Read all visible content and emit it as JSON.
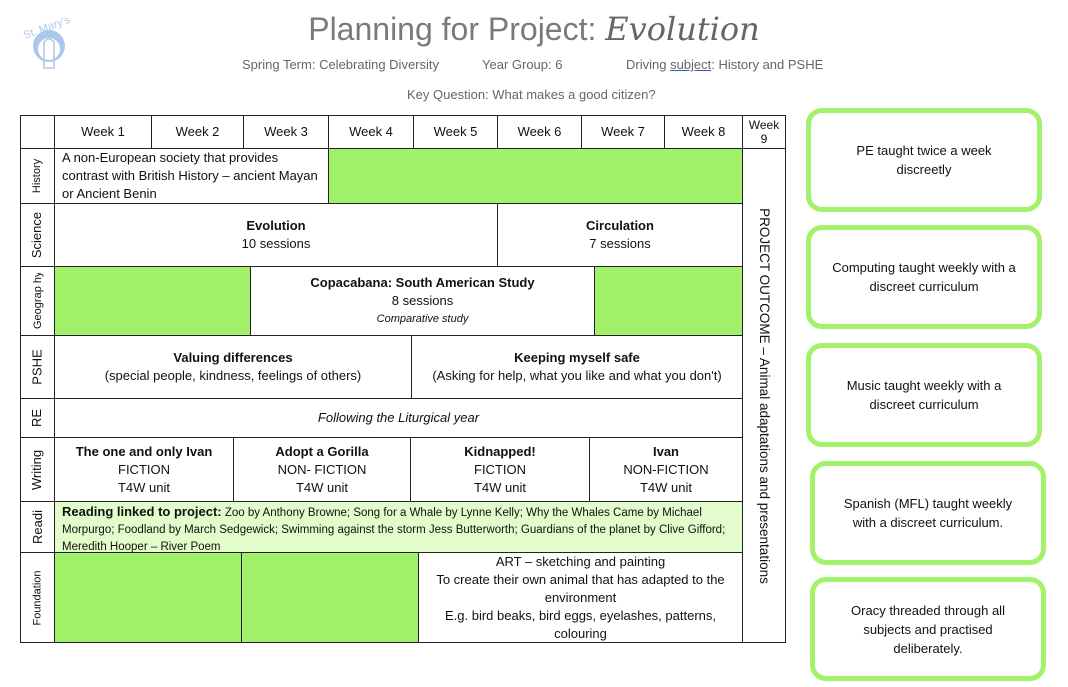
{
  "header": {
    "title": "Planning for Project: ",
    "title_project": "Evolution",
    "term": "Spring Term: Celebrating Diversity",
    "year_group": "Year Group: 6",
    "driving_prefix": "Driving ",
    "driving_link": "subject",
    "driving_rest": ": History and PSHE",
    "key_question": "Key Question: What makes a good citizen?",
    "logo_text": "St. Mary's"
  },
  "weeks": [
    "Week 1",
    "Week 2",
    "Week 3",
    "Week 4",
    "Week 5",
    "Week 6",
    "Week 7",
    "Week 8",
    "Week 9"
  ],
  "rows": {
    "history": "History",
    "science": "Science",
    "geography": "Geograp hy",
    "pshe": "PSHE",
    "re": "RE",
    "writing": "Writing",
    "reading": "Readi",
    "foundation": "Foundation"
  },
  "history": "A non-European society that provides contrast with British History – ancient Mayan or Ancient Benin",
  "science": [
    {
      "title": "Evolution",
      "sub": "10 sessions"
    },
    {
      "title": "Circulation",
      "sub": "7 sessions"
    }
  ],
  "geography": {
    "title": "Copacabana: South American Study",
    "sub": "8 sessions",
    "note": "Comparative study"
  },
  "pshe": [
    {
      "title": "Valuing differences",
      "sub": "(special people, kindness, feelings of others)"
    },
    {
      "title": "Keeping myself safe",
      "sub": "(Asking for help, what you like and what you don't)"
    }
  ],
  "re": "Following the Liturgical year",
  "writing": [
    {
      "title": "The one and only Ivan",
      "type": "FICTION",
      "unit": "T4W unit"
    },
    {
      "title": "Adopt a Gorilla",
      "type": "NON- FICTION",
      "unit": "T4W unit"
    },
    {
      "title": "Kidnapped!",
      "type": "FICTION",
      "unit": "T4W unit"
    },
    {
      "title": "Ivan",
      "type": "NON-FICTION",
      "unit": "T4W unit"
    }
  ],
  "reading": {
    "label": "Reading linked to project:",
    "text": " Zoo by Anthony Browne; Song for a Whale by Lynne Kelly; Why the Whales Came by Michael Morpurgo; Foodland by March Sedgewick; Swimming against the storm Jess Butterworth; Guardians of the planet by Clive Gifford; Meredith Hooper – River Poem"
  },
  "foundation": {
    "l1": "ART – sketching and painting",
    "l2": "To create their own animal that has adapted to the environment",
    "l3": "E.g. bird beaks, bird eggs, eyelashes, patterns, colouring"
  },
  "outcome": "PROJECT OUTCOME – Animal adaptations and presentations",
  "boxes": [
    "PE taught twice a week discreetly",
    "Computing taught weekly with a discreet curriculum",
    "Music taught weekly with a discreet curriculum",
    "Spanish (MFL) taught weekly with a discreet curriculum.",
    "Oracy threaded through all subjects and practised deliberately."
  ]
}
